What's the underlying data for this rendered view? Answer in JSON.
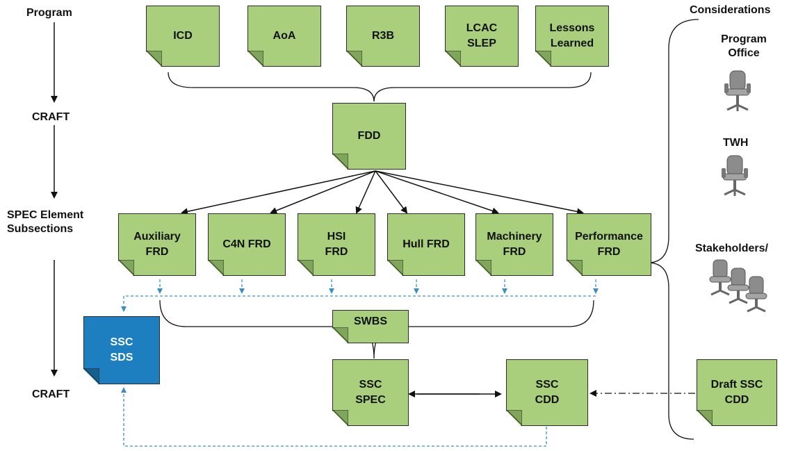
{
  "stages": {
    "program": "Program",
    "craft_top": "CRAFT",
    "spec_element": "SPEC Element\nSubsections",
    "craft_bottom": "CRAFT"
  },
  "considerations": {
    "title": "Considerations",
    "program_office": "Program\nOffice",
    "twh": "TWH",
    "stakeholders": "Stakeholders/"
  },
  "docs": {
    "icd": "ICD",
    "aoa": "AoA",
    "r3b": "R3B",
    "lcac_slep": "LCAC\nSLEP",
    "lessons_learned": "Lessons\nLearned",
    "fdd": "FDD",
    "auxiliary_frd": "Auxiliary\nFRD",
    "c4n_frd": "C4N FRD",
    "hsi_frd": "HSI\nFRD",
    "hull_frd": "Hull FRD",
    "machinery_frd": "Machinery\nFRD",
    "performance_frd": "Performance\nFRD",
    "swbs": "SWBS",
    "ssc_sds": "SSC\nSDS",
    "ssc_spec": "SSC\nSPEC",
    "ssc_cdd": "SSC\nCDD",
    "draft_ssc_cdd": "Draft SSC\nCDD"
  },
  "colors": {
    "doc_green": "#a9cf7c",
    "doc_blue": "#1d7fbf",
    "dashed_link": "#3a8fc9",
    "line": "#111111"
  }
}
